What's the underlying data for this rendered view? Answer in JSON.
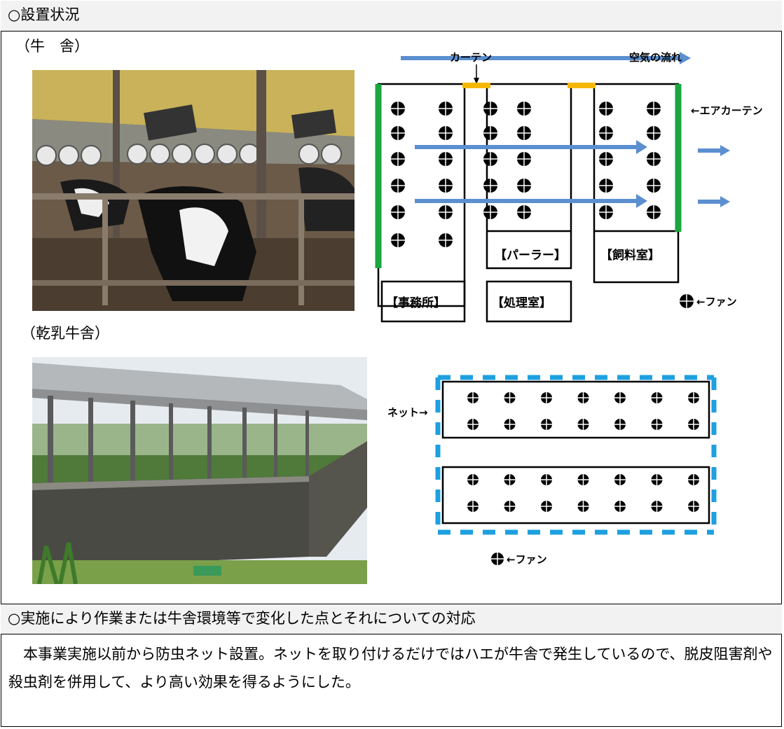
{
  "section1": {
    "title": "○設置状況"
  },
  "labels": {
    "barn": "（牛　舎）",
    "dry_barn": "（乾乳牛舎）"
  },
  "diagram1": {
    "curtain_label": "カーテン",
    "airflow_label": "空気の流れ",
    "aircurtain_label": "←エアカーテン",
    "fan_legend": "←ファン",
    "rooms": [
      "【パーラー】",
      "【飼料室】",
      "【事務所】",
      "【処理室】"
    ],
    "colors": {
      "arrow": "#5b8fd0",
      "green": "#1aa640",
      "orange": "#f5b800"
    }
  },
  "diagram2": {
    "net_label": "ネット→",
    "fan_legend": "←ファン",
    "colors": {
      "net": "#1ea0e0"
    }
  },
  "section2": {
    "title": "○実施により作業または牛舎環境等で変化した点とそれについての対応",
    "body": "本事業実施以前から防虫ネット設置。ネットを取り付けるだけではハエが牛舎で発生しているので、脱皮阻害剤や殺虫剤を併用して、より高い効果を得るようにした。"
  }
}
